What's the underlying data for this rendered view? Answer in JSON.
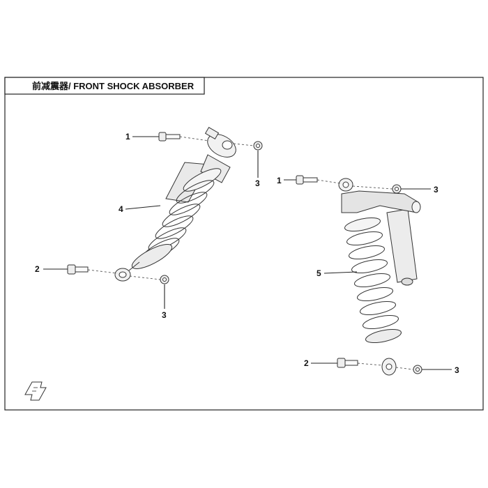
{
  "title": "前减震器/ FRONT SHOCK ABSORBER",
  "callouts": {
    "a1": "1",
    "a3top": "3",
    "a4": "4",
    "a2": "2",
    "a3mid": "3",
    "b1": "1",
    "b3top": "3",
    "b5": "5",
    "b2": "2",
    "b3bot": "3"
  },
  "colors": {
    "line": "#222222",
    "fill": "#f2f2f2",
    "dark": "#cfcfcf"
  }
}
